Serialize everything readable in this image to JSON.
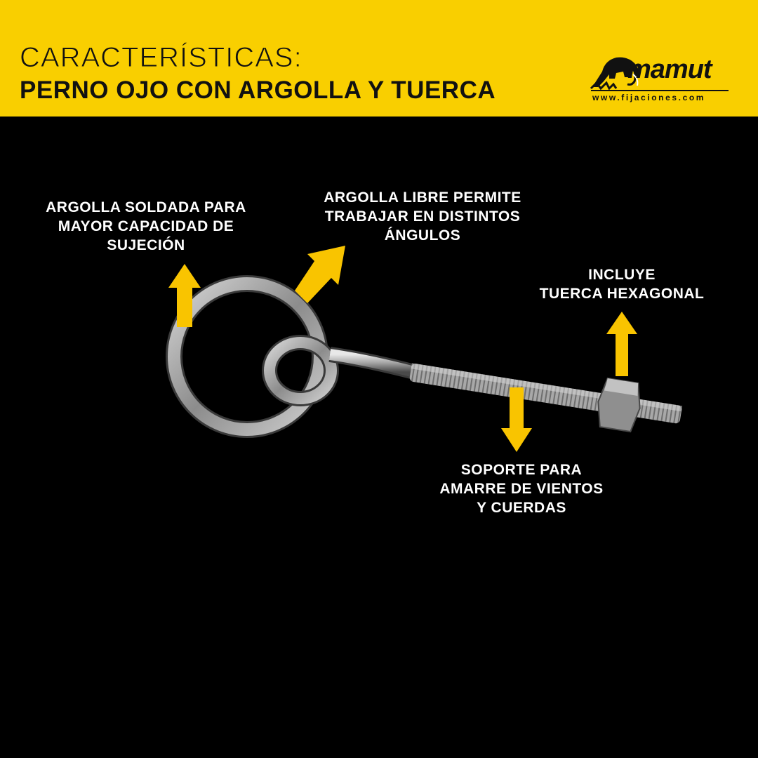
{
  "header": {
    "title_line1": "CARACTERÍSTICAS:",
    "title_line2": "PERNO OJO CON ARGOLLA Y TUERCA",
    "background_color": "#f9cf00"
  },
  "logo": {
    "brand": "mamut",
    "url": "www.fijaciones.com",
    "icon": "mammoth-icon"
  },
  "callouts": {
    "welded_ring": "ARGOLLA SOLDADA PARA\nMAYOR CAPACIDAD DE\nSUJECIÓN",
    "free_ring": "ARGOLLA LIBRE PERMITE\nTRABAJAR EN DISTINTOS\nÁNGULOS",
    "hex_nut": "INCLUYE\nTUERCA HEXAGONAL",
    "support": "SOPORTE PARA\nAMARRE DE VIENTOS\nY CUERDAS"
  },
  "colors": {
    "arrow": "#f9c400",
    "metal": "#b8b8b8",
    "background": "#000000"
  }
}
